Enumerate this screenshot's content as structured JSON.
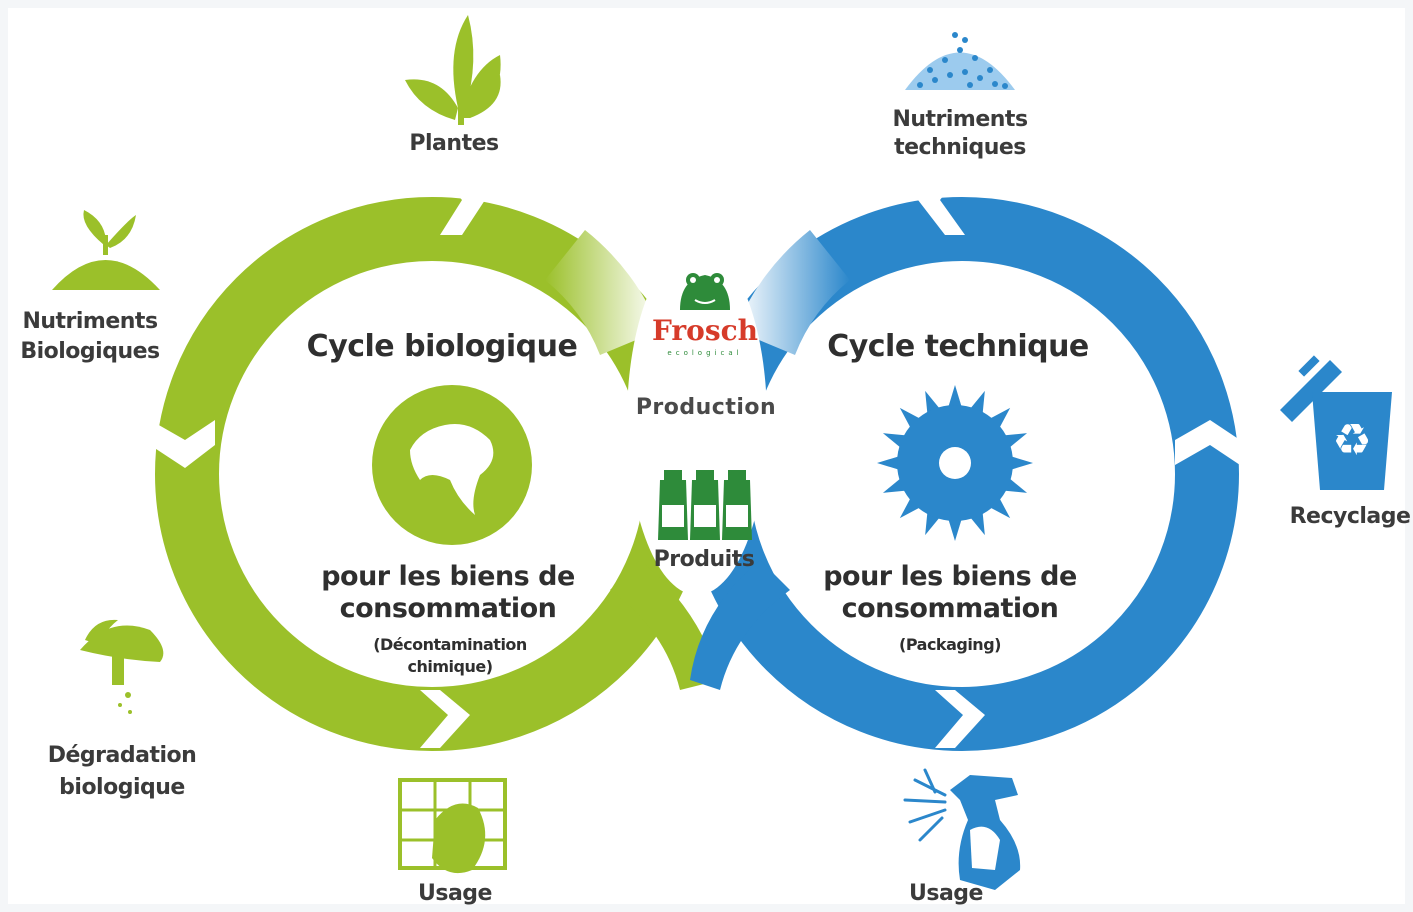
{
  "colors": {
    "biological": "#9bc02a",
    "technical": "#2b87cb",
    "frosch_green": "#2e8b3a",
    "frosch_red": "#d63b2a",
    "text": "#333333"
  },
  "biological_cycle": {
    "title": "Cycle biologique",
    "subtitle_line1": "pour les biens de",
    "subtitle_line2": "consommation",
    "note_line1": "(Décontamination",
    "note_line2": "chimique)",
    "stages": {
      "plants": "Plantes",
      "nutrients_line1": "Nutriments",
      "nutrients_line2": "Biologiques",
      "degradation_line1": "Dégradation",
      "degradation_line2": "biologique",
      "usage": "Usage"
    },
    "center_icon": "bacterium-blob-icon"
  },
  "technical_cycle": {
    "title": "Cycle technique",
    "subtitle_line1": "pour les biens de",
    "subtitle_line2": "consommation",
    "note": "(Packaging)",
    "stages": {
      "nutrients_line1": "Nutriments",
      "nutrients_line2": "techniques",
      "recycling": "Recyclage",
      "usage": "Usage"
    },
    "center_icon": "gear-icon"
  },
  "center": {
    "brand": "Frosch",
    "brand_tagline": "ecological",
    "production": "Production",
    "products": "Produits"
  }
}
